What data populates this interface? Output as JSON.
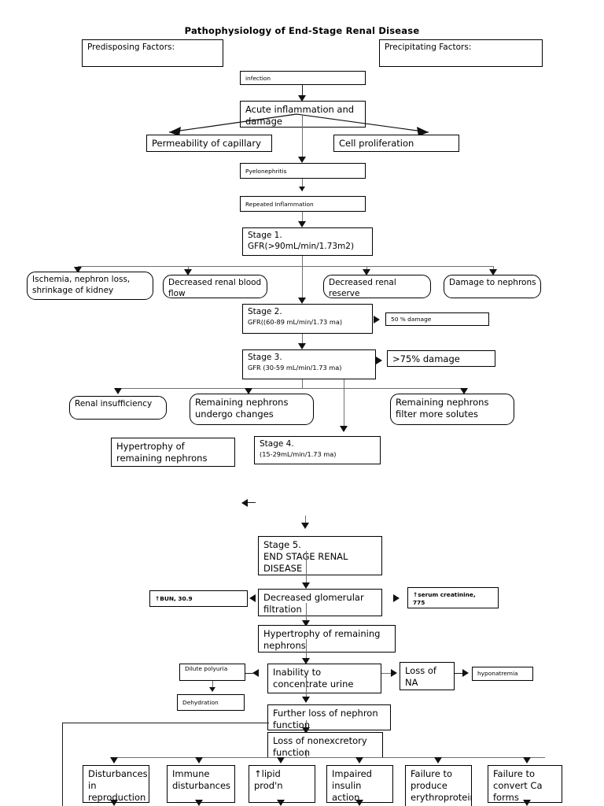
{
  "title": "Pathophysiology of End-Stage Renal Disease",
  "nodes": {
    "predisposing": "Predisposing Factors:",
    "precipitating": "Precipitating Factors:",
    "infection": "infection",
    "acute_inflammation": "Acute inflammation and damage",
    "permeability": "Permeability of capillary",
    "cell_proliferation": "Cell proliferation",
    "pyelonephritis": "Pyelonephritis",
    "repeated_inflammation": "Repeated Inflammation",
    "stage1_line1": "Stage 1.",
    "stage1_line2": "GFR(>90mL/min/1.73m2)",
    "ischemia": "Ischemia, nephron loss, shrinkage of kidney",
    "decreased_blood_flow": "Decreased renal blood flow",
    "decreased_reserve": "Decreased renal reserve",
    "damage_nephrons": "Damage to nephrons",
    "stage2_line1": "Stage 2.",
    "stage2_line2": "GFR((60-89 mL/min/1.73 ma)",
    "damage50": "50 % damage",
    "stage3_line1": "Stage 3.",
    "stage3_line2": "GFR (30-59 mL/min/1.73 ma)",
    "damage75": ">75% damage",
    "renal_insufficiency": "Renal insufficiency",
    "nephrons_undergo_changes": "Remaining nephrons undergo changes",
    "nephrons_filter_solutes": "Remaining nephrons filter more solutes",
    "hypertrophy_1": "Hypertrophy of remaining nephrons",
    "stage4_line1": "Stage 4.",
    "stage4_line2": "(15-29mL/min/1.73 ma)",
    "stage5_line1": "Stage 5.",
    "stage5_line2": "END STAGE RENAL",
    "stage5_line3": "DISEASE",
    "bun": "↑BUN, 30.9",
    "decreased_gf": "Decreased glomerular filtration",
    "serum_creatinine_line1": "↑serum creatinine,",
    "serum_creatinine_line2": "775",
    "hypertrophy_2": "Hypertrophy of remaining nephrons",
    "dilute_polyuria": "Dilute polyuria",
    "dehydration": "Dehydration",
    "inability_concentrate": "Inability to concentrate urine",
    "loss_of_na": "Loss of NA",
    "hyponatremia": "hyponatremia",
    "further_loss": "Further loss of nephron function",
    "loss_nonexcretory": "Loss of nonexcretory function",
    "disturbances_repro": "Disturbances in reproduction",
    "immune_disturbances": "Immune disturbances",
    "lipid_prod": "↑lipid prod'n",
    "impaired_insulin": "Impaired insulin action",
    "failure_erythropoietin": "Failure to produce erythroprotein",
    "failure_convert_ca": "Failure to convert Ca forms"
  }
}
